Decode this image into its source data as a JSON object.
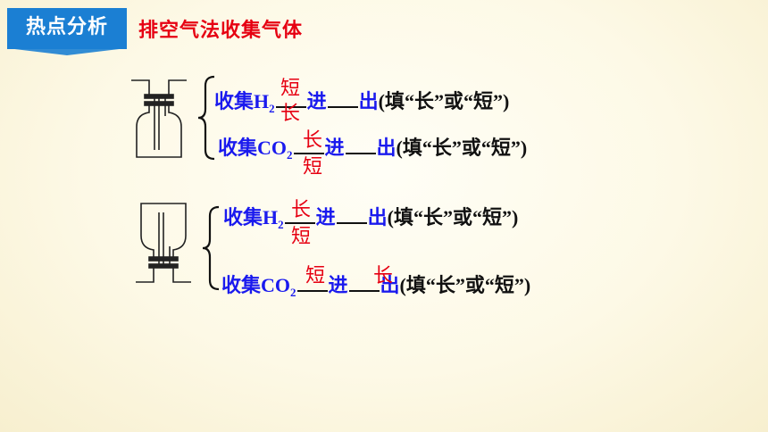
{
  "header": {
    "tag": "热点分析",
    "title": "排空气法收集气体"
  },
  "q1": {
    "h2_prefix": "收集H",
    "h2_sub": "2",
    "co2_prefix": "收集CO",
    "co2_sub": "2",
    "in_text": "进",
    "out_text": "出",
    "hint": "(填“长”或“短”)",
    "h2_answer_in": "短",
    "h2_answer_out": "长",
    "co2_answer_in": "长",
    "co2_answer_out": "短"
  },
  "q2": {
    "h2_prefix": "收集H",
    "h2_sub": "2",
    "co2_prefix": "收集CO",
    "co2_sub": "2",
    "in_text": "进",
    "out_text": "出",
    "hint": "(填“长”或“短”)",
    "h2_answer_in": "长",
    "h2_answer_out": "短",
    "co2_answer_in": "短",
    "co2_answer_out": "长"
  }
}
